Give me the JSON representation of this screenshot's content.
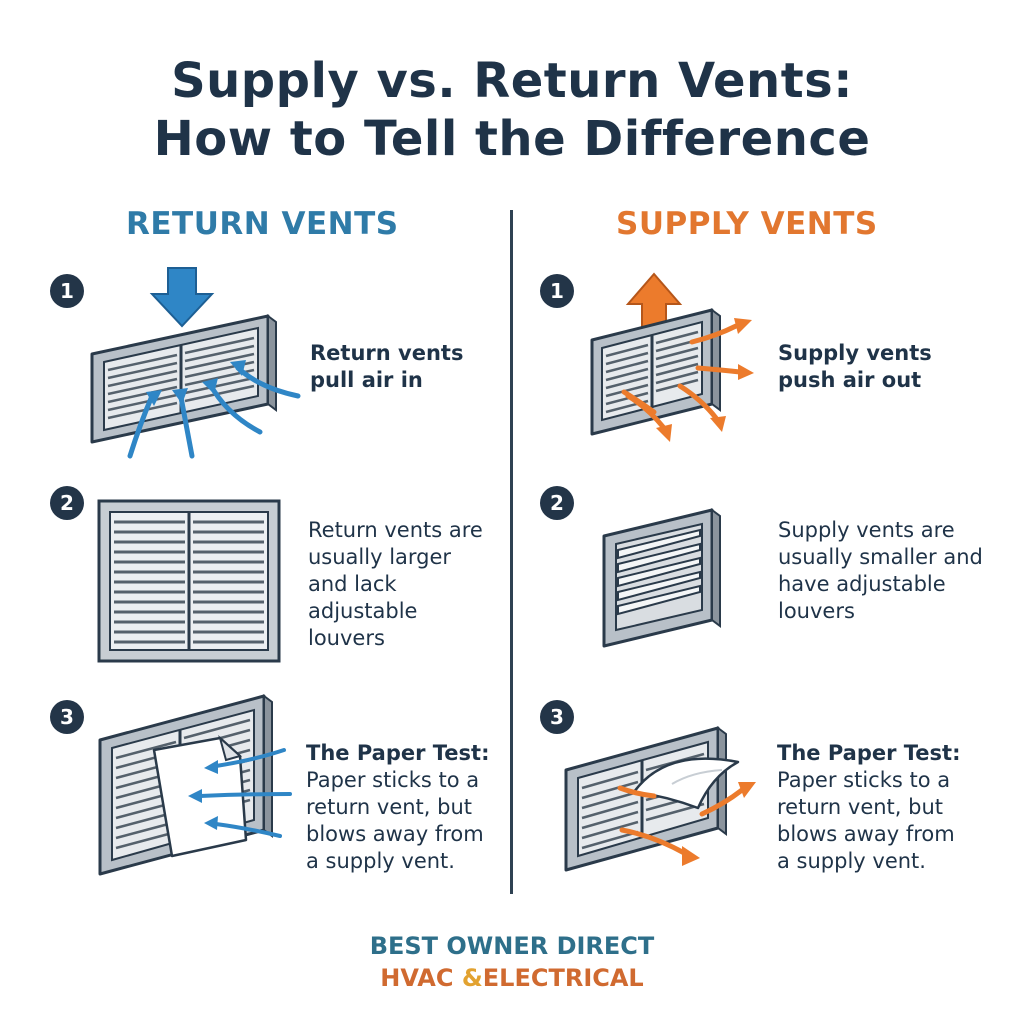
{
  "title": {
    "line1": "Supply vs. Return Vents:",
    "line2": "How to Tell the Difference"
  },
  "colors": {
    "title": "#1f3348",
    "return": "#2f7ba8",
    "supply": "#e2772f",
    "badge": "#233548",
    "brand_top": "#2e6f8a",
    "brand_bottom": "#d06a30"
  },
  "return_col": {
    "heading": "RETURN VENTS",
    "items": [
      {
        "num": "1",
        "lines": [
          "Return vents",
          "pull air in"
        ]
      },
      {
        "num": "2",
        "lines": [
          "Return vents are",
          "usually larger",
          "and lack",
          "adjustable",
          "louvers"
        ]
      },
      {
        "num": "3",
        "heading": "The Paper Test:",
        "lines": [
          "Paper sticks to a",
          "return vent, but",
          "blows away from",
          "a supply vent."
        ]
      }
    ]
  },
  "supply_col": {
    "heading": "SUPPLY VENTS",
    "items": [
      {
        "num": "1",
        "lines": [
          "Supply vents",
          "push air out"
        ]
      },
      {
        "num": "2",
        "lines": [
          "Supply vents are",
          "usually smaller and",
          "have adjustable",
          "louvers"
        ]
      },
      {
        "num": "3",
        "heading": "The Paper Test:",
        "lines": [
          "Paper sticks to a",
          "return vent, but",
          "blows away from",
          "a supply vent."
        ]
      }
    ]
  },
  "icons": {
    "return_1": "return-vent-airflow-in-icon",
    "return_2": "large-return-grille-icon",
    "return_3": "paper-stuck-to-return-vent-icon",
    "supply_1": "supply-vent-airflow-out-icon",
    "supply_2": "small-adjustable-louver-vent-icon",
    "supply_3": "paper-blowing-from-supply-vent-icon"
  },
  "brand": {
    "line1": "BEST OWNER DIRECT",
    "line2_a": "HVAC ",
    "line2_amp": "&",
    "line2_b": "ELECTRICAL"
  }
}
